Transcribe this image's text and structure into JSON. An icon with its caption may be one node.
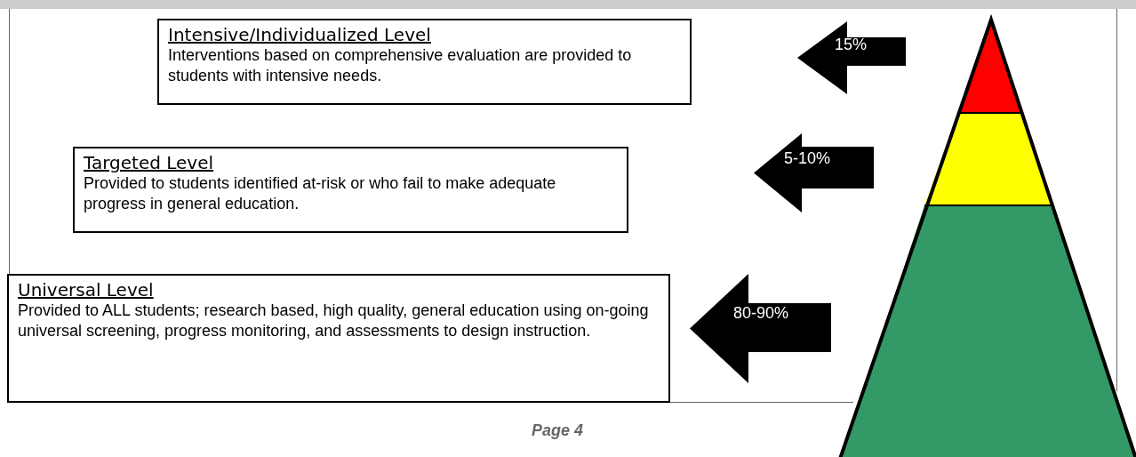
{
  "diagram": {
    "nodes": [
      {
        "text": [
          "Intensive/Individualized Level",
          "Interventions based on comprehensive evaluation are provided to students with intensive needs."
        ]
      },
      {
        "text": [
          "Targeted Level",
          "Provided to students identified at-risk or who fail to make adequate progress in general education."
        ]
      },
      {
        "text": [
          "Universal Level",
          "Provided to ALL students; research based, high quality, general education using on-going universal screening, progress monitoring, and assessments to design instruction."
        ]
      },
      {
        "text": [
          "15%"
        ]
      },
      {
        "text": [
          "5-10%"
        ]
      },
      {
        "text": [
          "80-90%"
        ]
      }
    ],
    "labels": [
      "Page 4"
    ]
  }
}
